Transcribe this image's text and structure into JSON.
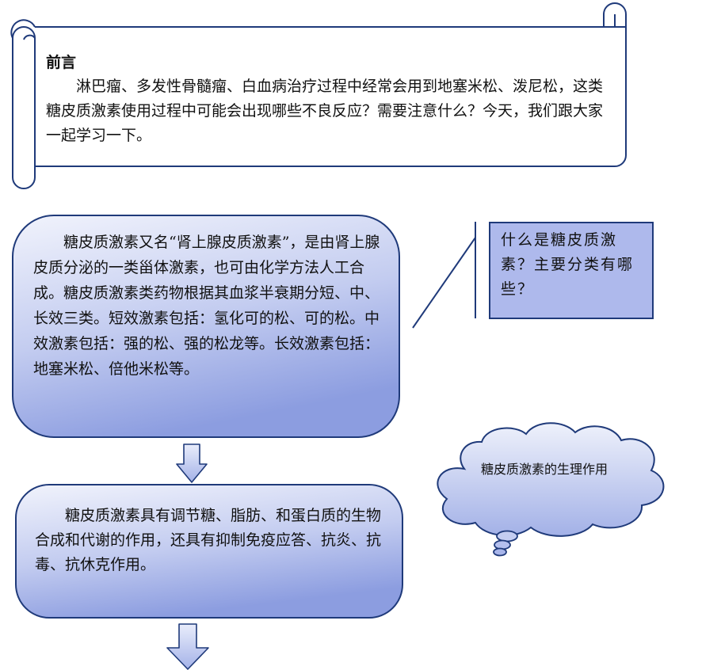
{
  "scroll": {
    "title": "前言",
    "body": "淋巴瘤、多发性骨髓瘤、白血病治疗过程中经常会用到地塞米松、泼尼松，这类糖皮质激素使用过程中可能会出现哪些不良反应？需要注意什么？今天，我们跟大家一起学习一下。"
  },
  "box1": {
    "text": "糖皮质激素又名“肾上腺皮质激素”，是由肾上腺皮质分泌的一类甾体激素，也可由化学方法人工合成。糖皮质激素类药物根据其血浆半衰期分短、中、长效三类。短效激素包括：氢化可的松、可的松。中效激素包括：强的松、强的松龙等。长效激素包括：地塞米松、倍他米松等。"
  },
  "callout": {
    "text": "什么是糖皮质激素？主要分类有哪些？"
  },
  "box2": {
    "text": "糖皮质激素具有调节糖、脂肪、和蛋白质的生物合成和代谢的作用，还具有抑制免疫应答、抗炎、抗毒、抗休克作用。"
  },
  "cloud": {
    "text": "糖皮质激素的生理作用"
  },
  "colors": {
    "outline": "#1f3a7a",
    "fill_light": "#eef1fb",
    "fill_dark": "#8d9ee0",
    "callout_fill": "#aeb9ec"
  }
}
